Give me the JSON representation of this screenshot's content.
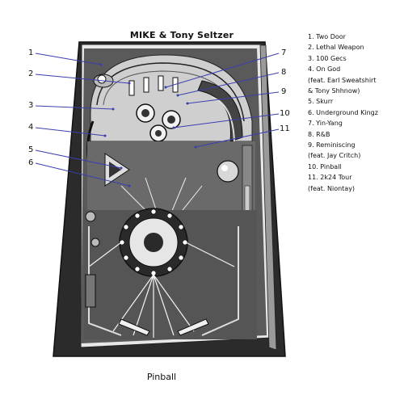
{
  "album": {
    "artist": "MIKE & Tony Seltzer",
    "title": "Pinball"
  },
  "tracklist": [
    "1. Two Door",
    "2. Lethal Weapon",
    "3. 100 Gecs",
    "4. On God",
    "(feat. Earl Sweatshirt",
    "& Tony Shhnow)",
    "5. Skurr",
    "6. Underground Kingz",
    "7. Yin-Yang",
    "8. R&B",
    "9. Reminiscing",
    "(feat. Jay Critch)",
    "10. Pinball",
    "11. 2k24 Tour",
    "(feat. Niontay)"
  ],
  "callouts": {
    "left": [
      "1",
      "2",
      "3",
      "4",
      "5",
      "6"
    ],
    "right": [
      "7",
      "8",
      "9",
      "10",
      "11"
    ]
  },
  "colors": {
    "line": "#3a3fb0",
    "ink": "#111111",
    "paper": "#ffffff"
  }
}
